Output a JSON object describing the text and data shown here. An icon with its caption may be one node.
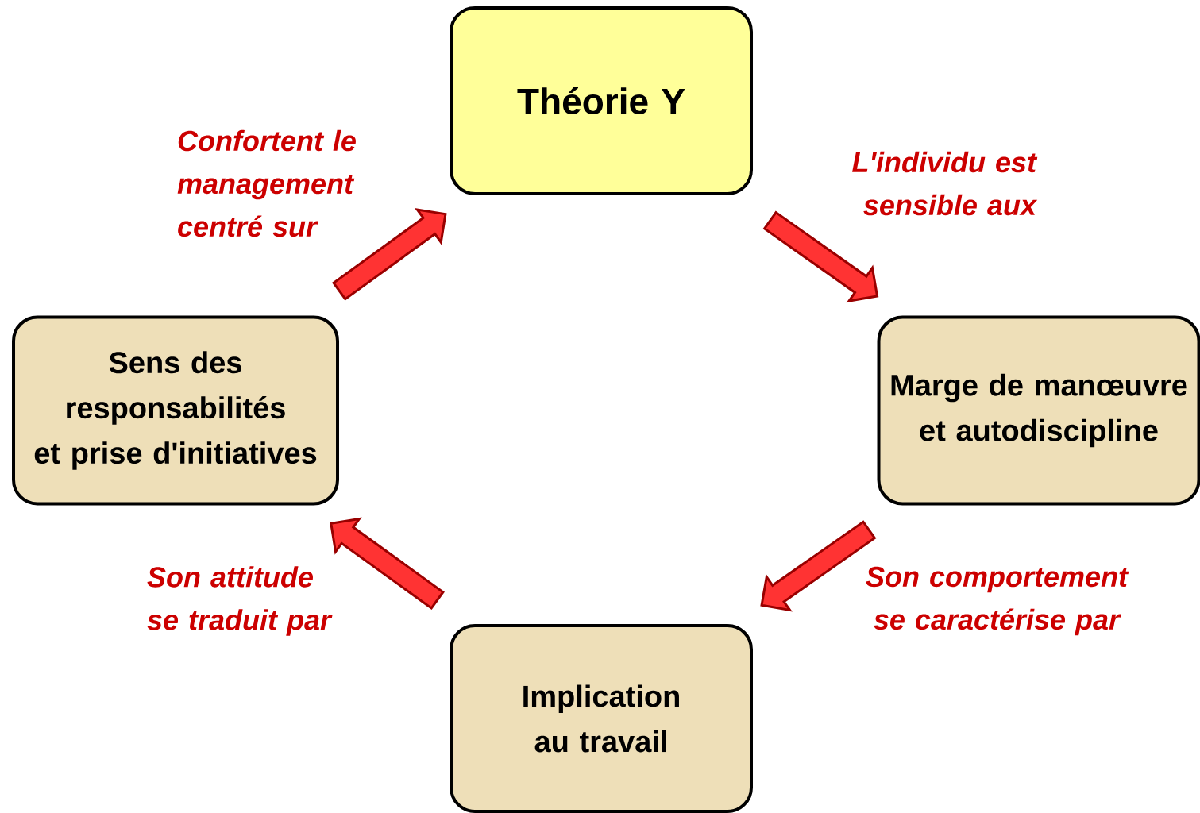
{
  "diagram": {
    "nodes": [
      {
        "text": [
          "Théorie Y"
        ]
      },
      {
        "text": [
          "Marge de manœuvre et autodiscipline"
        ]
      },
      {
        "text": [
          "Implication au travail"
        ]
      },
      {
        "text": [
          "Sens des responsabilités et prise d'initiatives"
        ]
      }
    ],
    "edges": [
      {
        "from": 0,
        "to": 1,
        "arrow": "to",
        "label": "L'individu est sensible aux"
      },
      {
        "from": 1,
        "to": 2,
        "arrow": "to",
        "label": "Son comportement se caractérise par"
      },
      {
        "from": 2,
        "to": 3,
        "arrow": "to",
        "label": "Son attitude se traduit par"
      },
      {
        "from": 3,
        "to": 0,
        "arrow": "to",
        "label": "Confortent le management centré sur"
      }
    ]
  }
}
